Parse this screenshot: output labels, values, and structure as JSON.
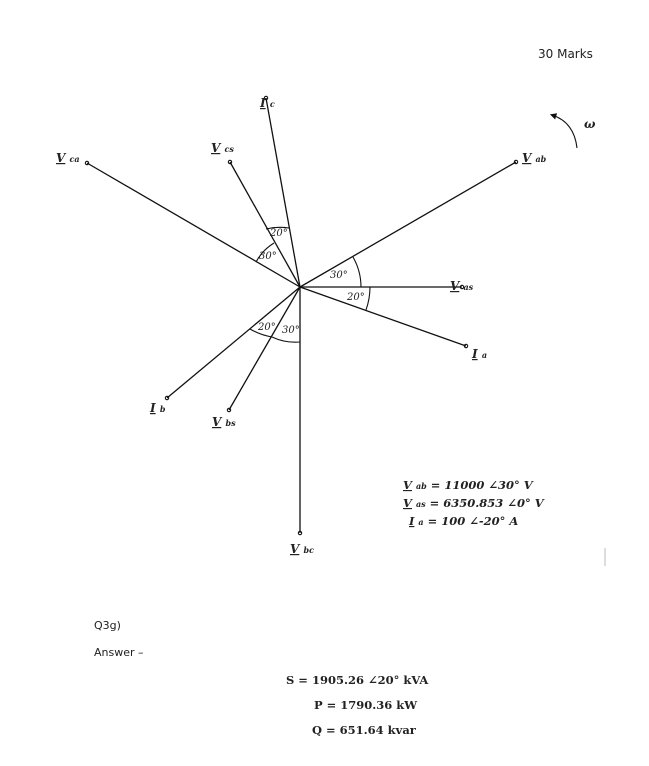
{
  "header": {
    "marks": "30 Marks"
  },
  "diagram": {
    "omega": "ω",
    "phasors": [
      {
        "id": "V_ab",
        "main": "V",
        "sub": "ab"
      },
      {
        "id": "V_as",
        "main": "V",
        "sub": "as"
      },
      {
        "id": "I_a",
        "main": "I",
        "sub": "a"
      },
      {
        "id": "V_bc",
        "main": "V",
        "sub": "bc"
      },
      {
        "id": "V_bs",
        "main": "V",
        "sub": "bs"
      },
      {
        "id": "I_b",
        "main": "I",
        "sub": "b"
      },
      {
        "id": "V_ca",
        "main": "V",
        "sub": "ca"
      },
      {
        "id": "V_cs",
        "main": "V",
        "sub": "cs"
      },
      {
        "id": "I_c",
        "main": "I",
        "sub": "c"
      }
    ],
    "angles": {
      "a30": "30°",
      "a20": "20°",
      "c20": "20°",
      "c30": "30°",
      "b20": "20°",
      "b30": "30°"
    },
    "equations": [
      {
        "main": "V",
        "sub": "ab",
        "rhs": " = 11000 ∠30° V"
      },
      {
        "main": "V",
        "sub": "as",
        "rhs": " = 6350.853 ∠0° V"
      },
      {
        "main": "I",
        "sub": "a",
        "rhs": " = 100 ∠-20° A"
      }
    ]
  },
  "question": {
    "label": "Q3g)",
    "answer_label": "Answer –"
  },
  "answers": {
    "S": "S = 1905.26 ∠20° kVA",
    "P": "P = 1790.36 kW",
    "Q": "Q = 651.64 kvar"
  }
}
